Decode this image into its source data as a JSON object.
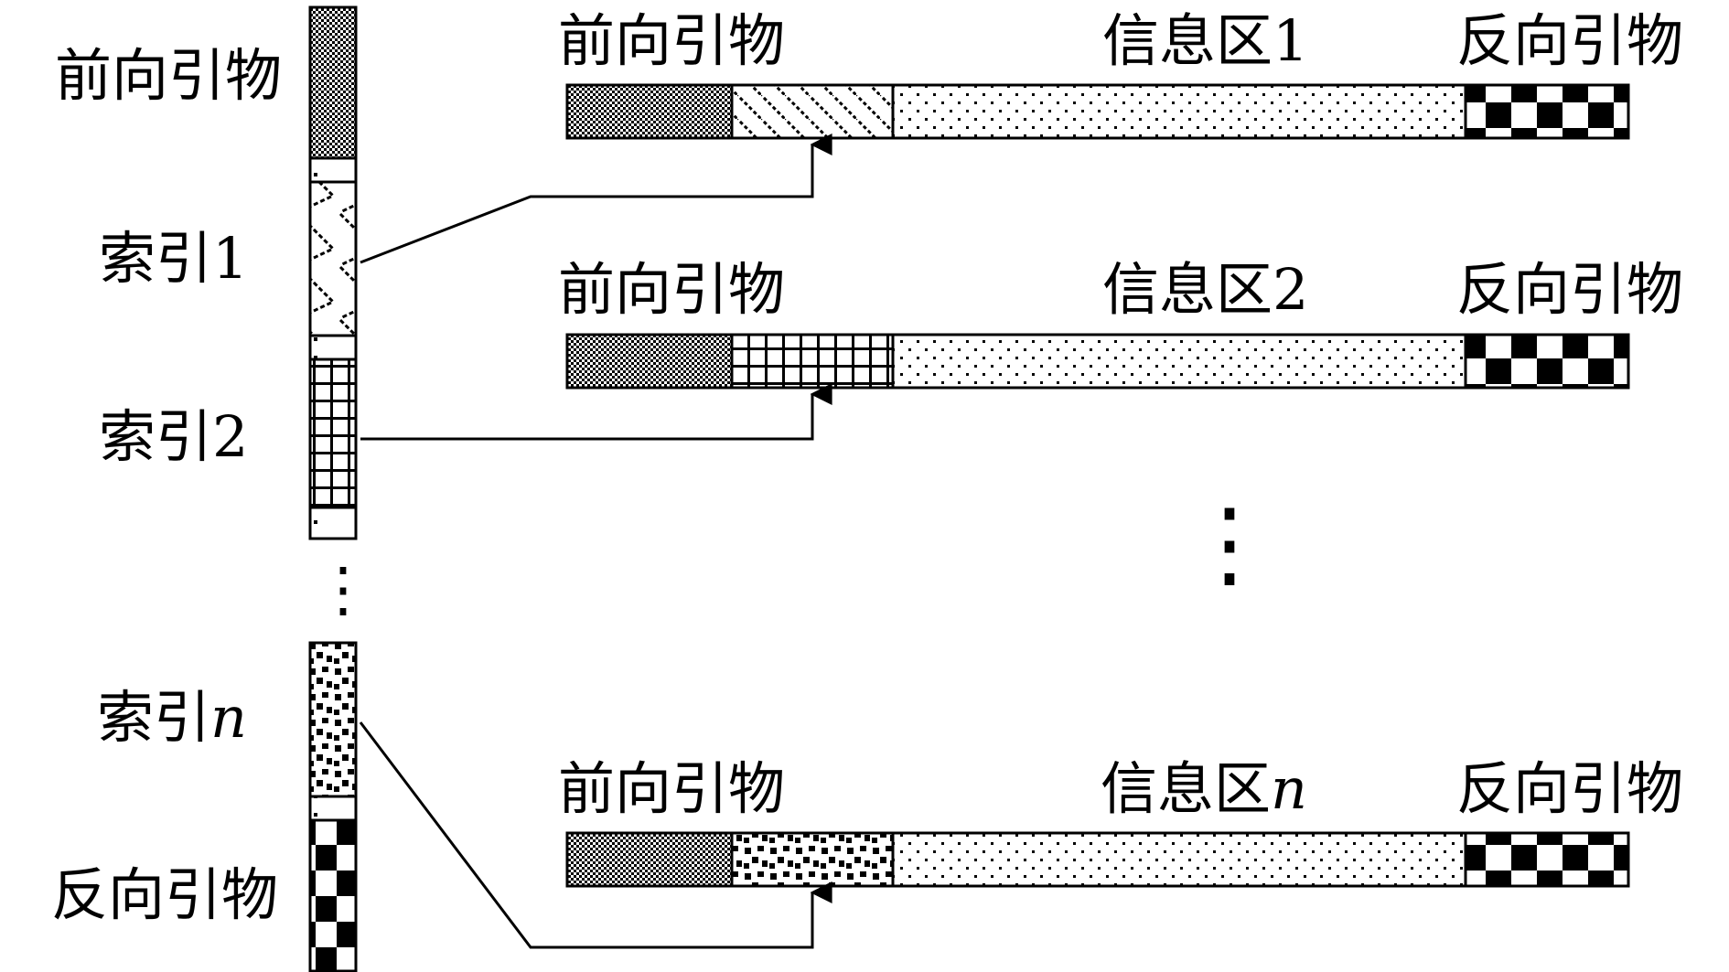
{
  "left_column": {
    "forward_primer": "前向引物",
    "index1": "索引1",
    "index2": "索引2",
    "index_n_prefix": "索引",
    "index_n_var": "n",
    "reverse_primer": "反向引物",
    "ellipsis": "⋮"
  },
  "strands": [
    {
      "forward": "前向引物",
      "info_prefix": "信息区",
      "info_suffix": "1",
      "info_suffix_italic": false,
      "reverse": "反向引物",
      "index_pattern": "diagonal-hatch"
    },
    {
      "forward": "前向引物",
      "info_prefix": "信息区",
      "info_suffix": "2",
      "info_suffix_italic": false,
      "reverse": "反向引物",
      "index_pattern": "grid"
    },
    {
      "forward": "前向引物",
      "info_prefix": "信息区",
      "info_suffix": "n",
      "info_suffix_italic": true,
      "reverse": "反向引物",
      "index_pattern": "random-squares"
    }
  ],
  "middle_ellipsis": "⋮",
  "colors": {
    "ink": "#000000",
    "background": "#ffffff"
  },
  "patterns": {
    "forward_primer": "fine-checker",
    "info_region": "sparse-dots",
    "reverse_primer": "large-checker",
    "spacer": "single-dot"
  }
}
